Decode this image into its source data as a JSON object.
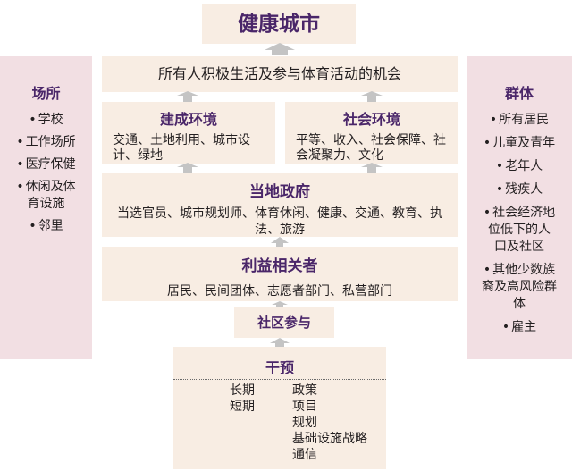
{
  "title": "健康城市",
  "opportunity": "所有人积极生活及参与体育活动的机会",
  "built_env": {
    "title": "建成环境",
    "text": "交通、土地利用、城市设计、绿地"
  },
  "social_env": {
    "title": "社会环境",
    "text": "平等、收入、社会保障、社会凝聚力、文化"
  },
  "local_gov": {
    "title": "当地政府",
    "text": "当选官员、城市规划师、体育休闲、健康、交通、教育、执法、旅游"
  },
  "stakeholders": {
    "title": "利益相关者",
    "text": "居民、民间团体、志愿者部门、私营部门"
  },
  "community": "社区参与",
  "intervention": {
    "title": "干预",
    "terms": [
      "长期",
      "短期"
    ],
    "types": [
      "政策",
      "项目",
      "规划",
      "基础设施战略",
      "通信"
    ]
  },
  "places": {
    "title": "场所",
    "items": [
      "学校",
      "工作场所",
      "医疗保健",
      "休闲及体育设施",
      "邻里"
    ]
  },
  "groups": {
    "title": "群体",
    "items": [
      "所有居民",
      "儿童及青年",
      "老年人",
      "残疾人",
      "社会经济地位低下的人口及社区",
      "其他少数族裔及高风险群体",
      "雇主"
    ]
  },
  "colors": {
    "heading": "#4a2669",
    "beige_box": "#f8ede3",
    "pink_panel": "#f2dfe3",
    "arrow": "#c4c4c4"
  }
}
